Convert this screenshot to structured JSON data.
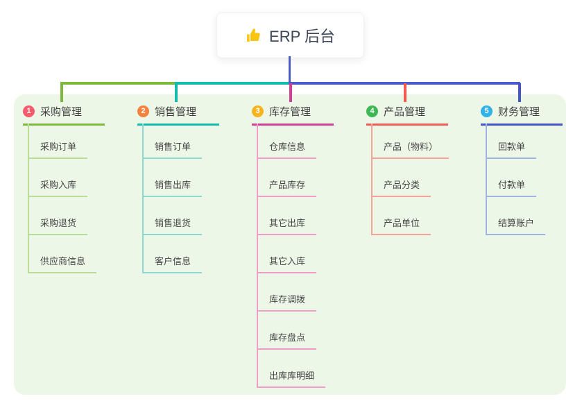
{
  "root": {
    "label": "ERP 后台",
    "icon": "thumbs-up-icon",
    "icon_color": "#f9c513",
    "text_color": "#3d4757"
  },
  "connector_color": "#4a5ac8",
  "panel_color": "#edf7e8",
  "branches": [
    {
      "index": "1",
      "label": "采购管理",
      "color": "#7cb93e",
      "light_color": "#b9dc96",
      "badge_color": "#f75b6b",
      "children": [
        "采购订单",
        "采购入库",
        "采购退货",
        "供应商信息"
      ]
    },
    {
      "index": "2",
      "label": "销售管理",
      "color": "#14bcae",
      "light_color": "#8cd9d0",
      "badge_color": "#f6823e",
      "children": [
        "销售订单",
        "销售出库",
        "销售退货",
        "客户信息"
      ]
    },
    {
      "index": "3",
      "label": "库存管理",
      "color": "#d43d98",
      "light_color": "#f09cc8",
      "badge_color": "#f8b41d",
      "children": [
        "仓库信息",
        "产品库存",
        "其它出库",
        "其它入库",
        "库存调拨",
        "库存盘点",
        "出库库明细"
      ]
    },
    {
      "index": "4",
      "label": "产品管理",
      "color": "#f25a52",
      "light_color": "#f7a29b",
      "badge_color": "#3eb854",
      "children": [
        "产品（物料）",
        "产品分类",
        "产品单位"
      ]
    },
    {
      "index": "5",
      "label": "财务管理",
      "color": "#4455c8",
      "light_color": "#9fb3e4",
      "badge_color": "#31b2e8",
      "children": [
        "回款单",
        "付款单",
        "结算账户"
      ]
    }
  ]
}
